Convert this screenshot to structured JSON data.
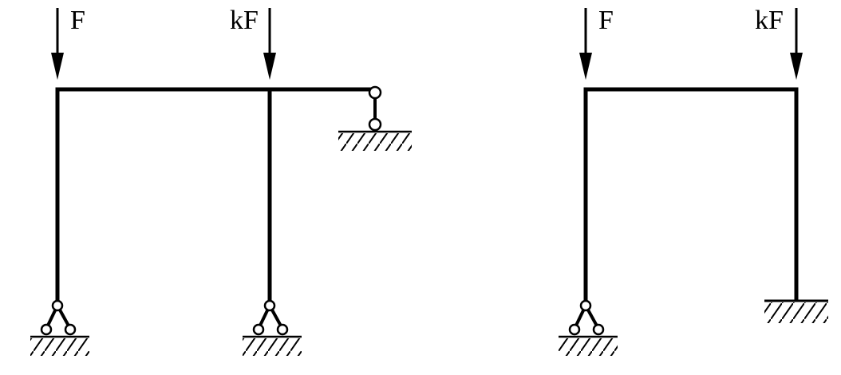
{
  "diagram": {
    "left_frame": {
      "load_left": "F",
      "load_right": "kF"
    },
    "right_frame": {
      "load_left": "F",
      "load_right": "kF"
    },
    "colors": {
      "ink": "#000000",
      "background": "#ffffff"
    }
  }
}
